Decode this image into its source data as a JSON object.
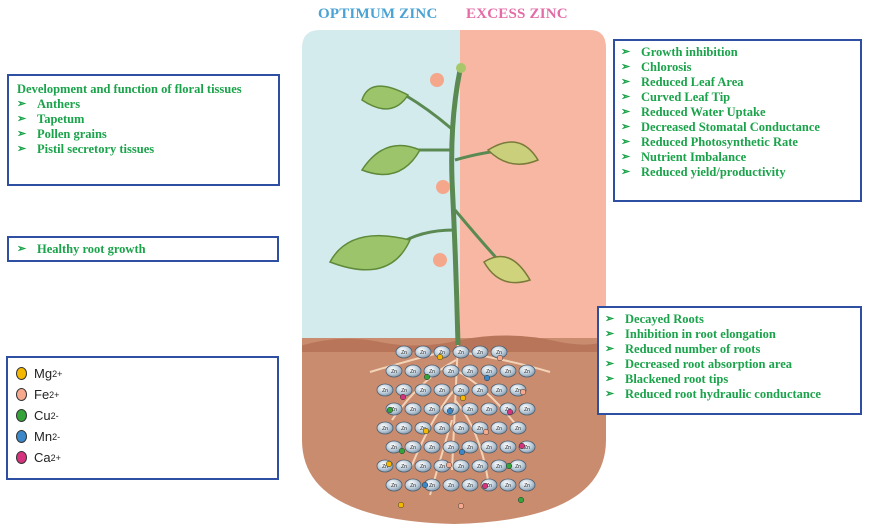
{
  "headers": {
    "optimum": "OPTIMUM ZINC",
    "excess": "EXCESS ZINC"
  },
  "colors": {
    "optimum_bg": "#d4ebee",
    "excess_bg": "#f7b7a3",
    "soil": "#c98c6f",
    "text_green": "#1aa34a",
    "box_border": "#2f4fa3",
    "optimum_title": "#4aa3d4",
    "excess_title": "#e46ca6"
  },
  "floral_box": {
    "title": "Development and function of floral tissues",
    "items": [
      "Anthers",
      "Tapetum",
      "Pollen grains",
      "Pistil secretory tissues"
    ]
  },
  "root_growth_box": {
    "items": [
      "Healthy root growth"
    ]
  },
  "legend": {
    "items": [
      {
        "symbol": "Mg",
        "charge": "2+",
        "color": "#f5b800"
      },
      {
        "symbol": "Fe",
        "charge": "2+",
        "color": "#f7a98d"
      },
      {
        "symbol": "Cu",
        "charge": "2-",
        "color": "#33a33a"
      },
      {
        "symbol": "Mn",
        "charge": "2-",
        "color": "#3a88c9"
      },
      {
        "symbol": "Ca",
        "charge": "2+",
        "color": "#d6337f"
      }
    ]
  },
  "excess_box": {
    "items": [
      "Growth inhibition",
      "Chlorosis",
      "Reduced Leaf Area",
      "Curved Leaf Tip",
      "Reduced Water Uptake",
      "Decreased Stomatal Conductance",
      "Reduced Photosynthetic Rate",
      "Nutrient Imbalance",
      "Reduced yield/productivity"
    ]
  },
  "roots_box": {
    "items": [
      "Decayed Roots",
      "Inhibition in root elongation",
      "Reduced number of roots",
      "Decreased root absorption area",
      "Blackened root tips",
      "Reduced root hydraulic conductance"
    ]
  },
  "zn_label": "Zn",
  "arrow_glyph": "➢"
}
